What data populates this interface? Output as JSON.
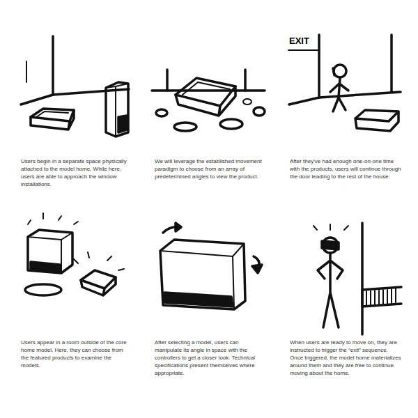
{
  "diagram": {
    "labels": [
      "EXIT",
      "Users begin in a separate space physically attached to the model home. While here, users are able to approach the window installations.",
      "We will leverage the established movement paradigm to choose from an array of predetermined angles to view the product.",
      "After they've had enough one-on-one time with the products, users will continue through the door leading to the rest of the house.",
      "Users appear in a room outside of the core home model. Here, they can choose from the featured products to examine the models.",
      "After selecting a model, users can manipulate its angle in space with the controllers to get a closer look. Technical specifications present themselves where appropriate.",
      "When users are ready to move on, they are instructed to trigger the “exit” sequence. Once triggered, the model home materializes around them and they are free to continue moving about the home."
    ]
  }
}
